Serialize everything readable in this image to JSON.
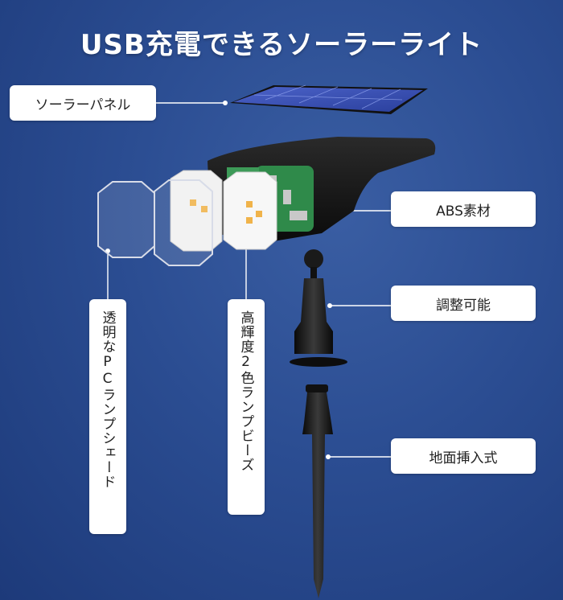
{
  "title": "USB充電できるソーラーライト",
  "labels": {
    "solar_panel": "ソーラーパネル",
    "abs_material": "ABS素材",
    "adjustable": "調整可能",
    "ground_insert": "地面挿入式",
    "pc_shade": "透明なPCランプシェード",
    "led_beads": "高輝度2色ランプビーズ"
  },
  "colors": {
    "background": "#2b4d92",
    "label_bg": "#ffffff",
    "panel_cell": "#3a52b8",
    "body_black": "#151515",
    "pcb_green": "#2f8a4a"
  }
}
